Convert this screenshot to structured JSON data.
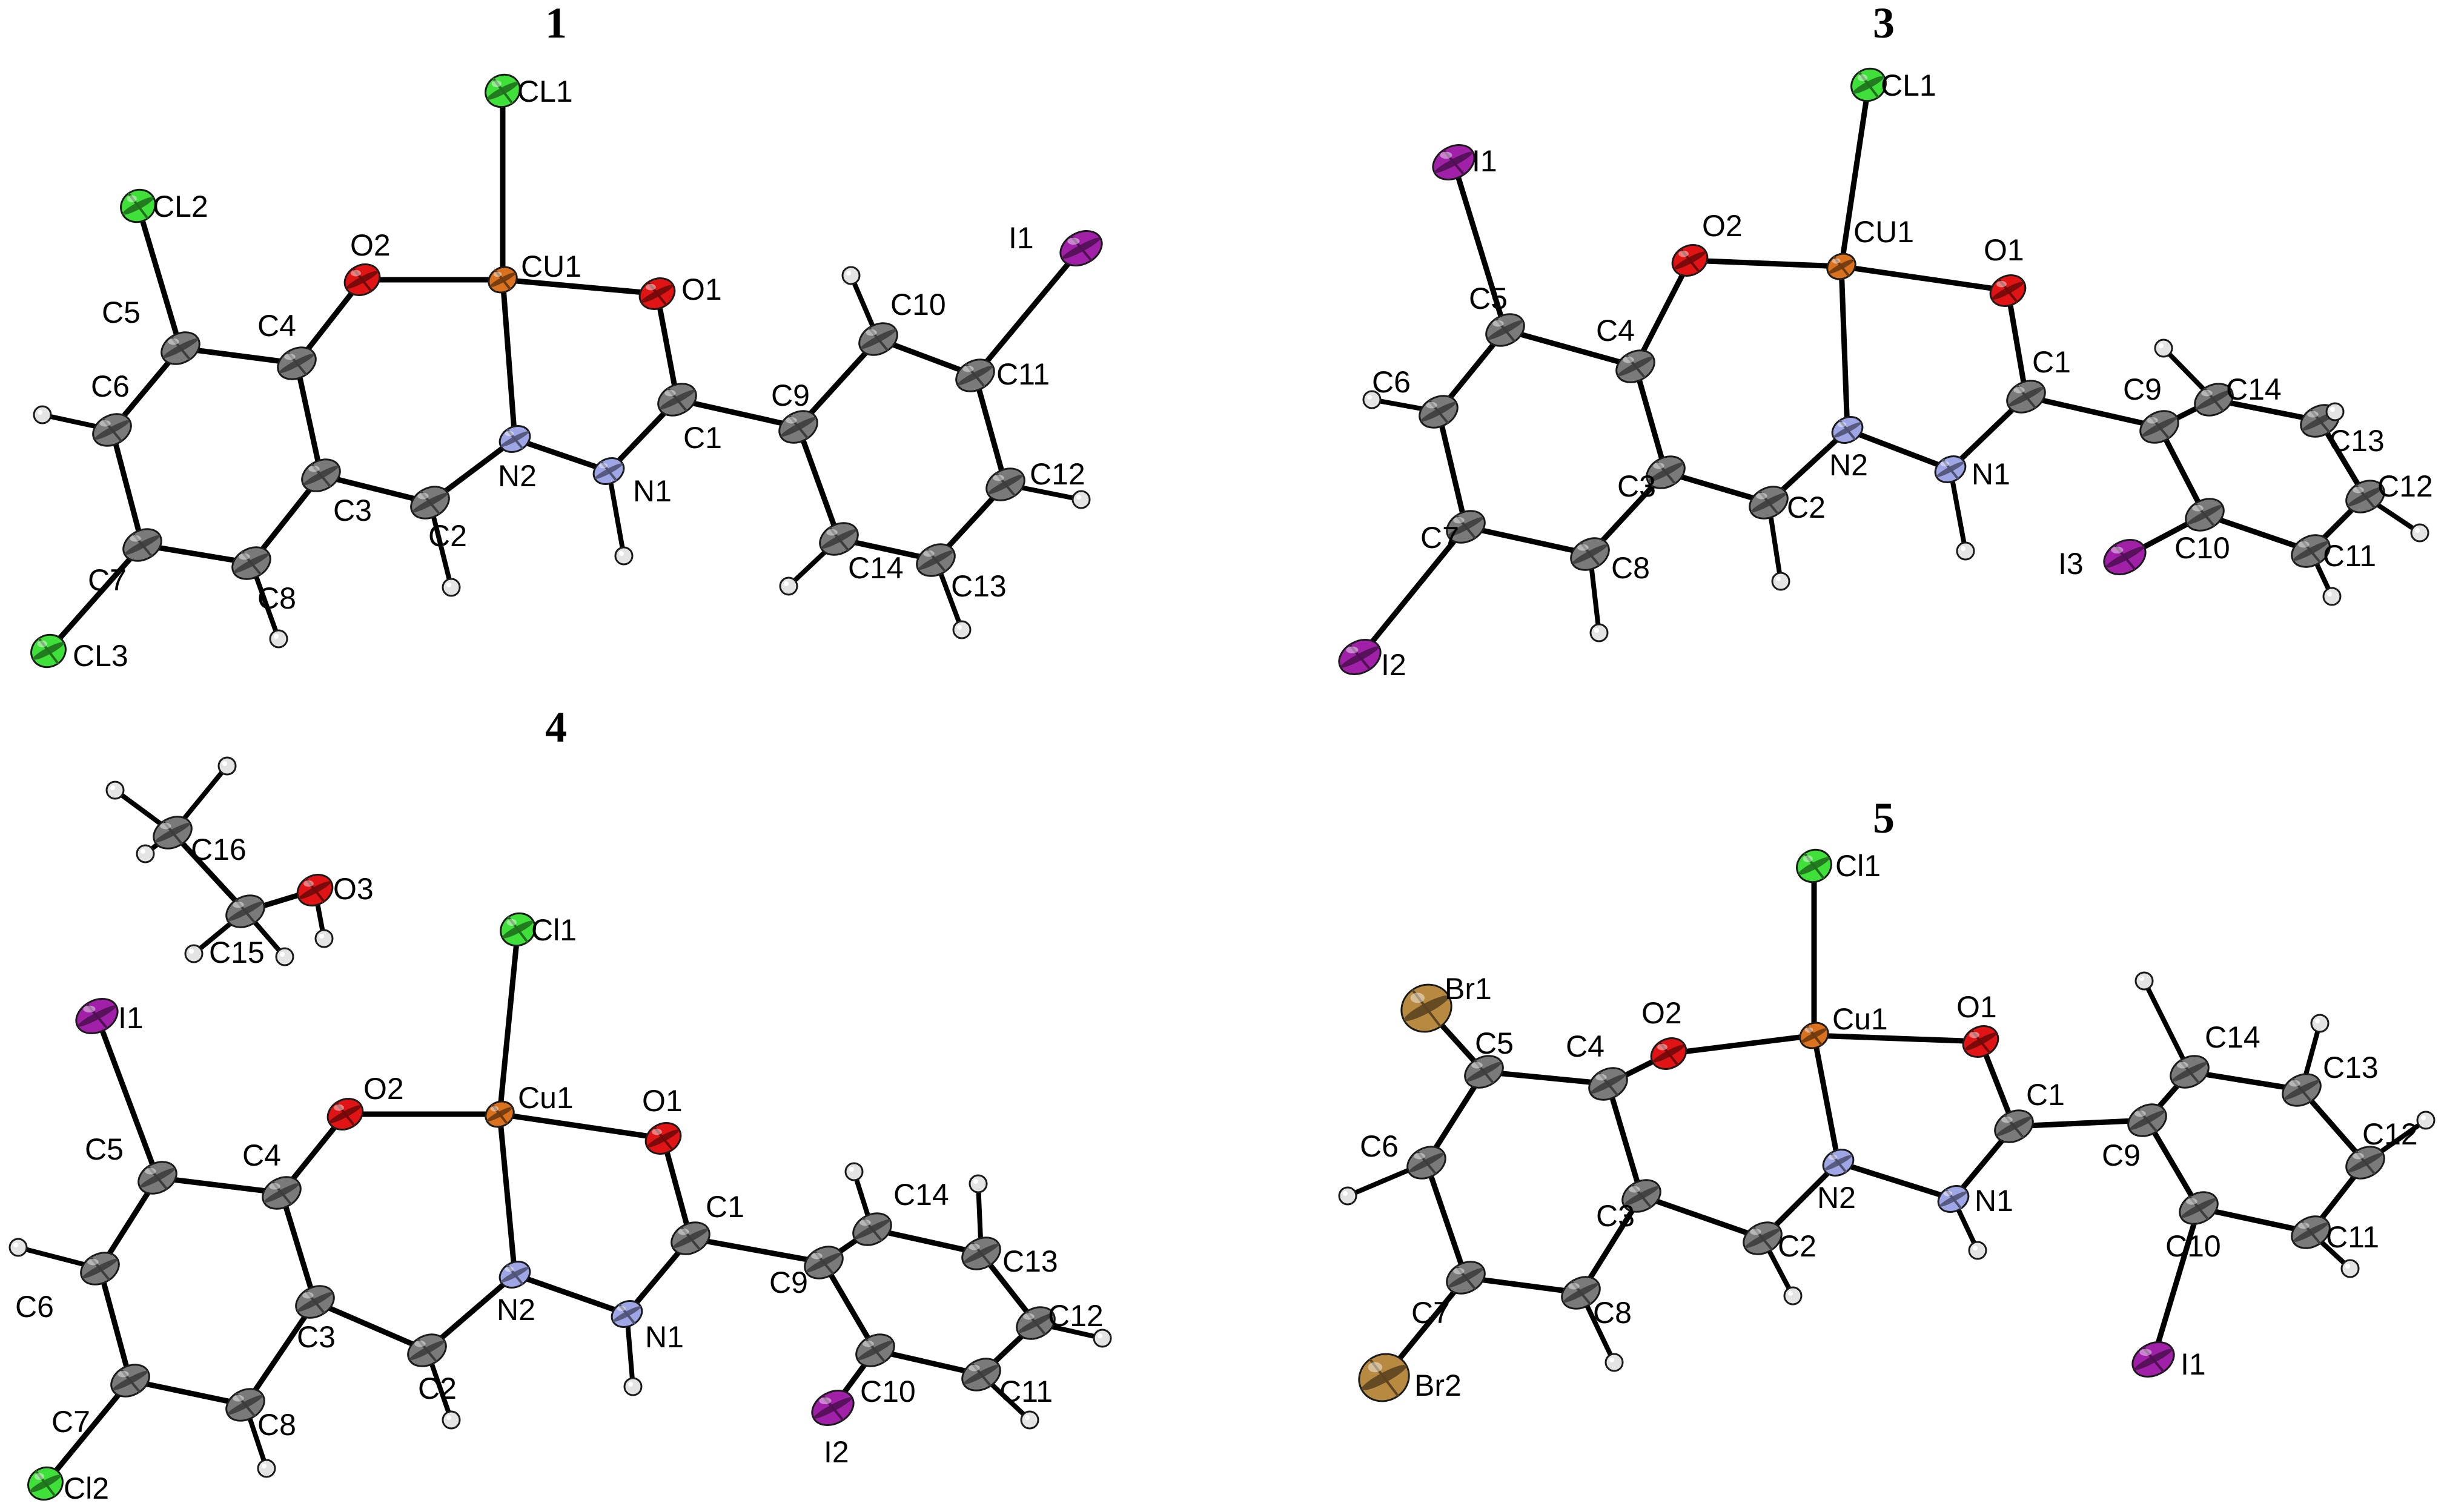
{
  "colors": {
    "Cu": "#d9711f",
    "Cl": "#3fe03a",
    "I": "#a020a8",
    "Br": "#b88940",
    "O": "#e01414",
    "N": "#9ea6e6",
    "C": "#7a7a7a",
    "H": "#e4e4e4"
  },
  "panels": [
    {
      "title": "1",
      "atoms": [
        {
          "id": "CL1",
          "el": "Cl",
          "label": "CL1"
        },
        {
          "id": "CL2",
          "el": "Cl",
          "label": "CL2"
        },
        {
          "id": "CL3",
          "el": "Cl",
          "label": "CL3"
        },
        {
          "id": "I1",
          "el": "I",
          "label": "I1"
        },
        {
          "id": "CU1",
          "el": "Cu",
          "label": "CU1"
        },
        {
          "id": "O1",
          "el": "O",
          "label": "O1"
        },
        {
          "id": "O2",
          "el": "O",
          "label": "O2"
        },
        {
          "id": "N1",
          "el": "N",
          "label": "N1"
        },
        {
          "id": "N2",
          "el": "N",
          "label": "N2"
        },
        {
          "id": "C1",
          "el": "C",
          "label": "C1"
        },
        {
          "id": "C2",
          "el": "C",
          "label": "C2"
        },
        {
          "id": "C3",
          "el": "C",
          "label": "C3"
        },
        {
          "id": "C4",
          "el": "C",
          "label": "C4"
        },
        {
          "id": "C5",
          "el": "C",
          "label": "C5"
        },
        {
          "id": "C6",
          "el": "C",
          "label": "C6"
        },
        {
          "id": "C7",
          "el": "C",
          "label": "C7"
        },
        {
          "id": "C8",
          "el": "C",
          "label": "C8"
        },
        {
          "id": "C9",
          "el": "C",
          "label": "C9"
        },
        {
          "id": "C10",
          "el": "C",
          "label": "C10"
        },
        {
          "id": "C11",
          "el": "C",
          "label": "C11"
        },
        {
          "id": "C12",
          "el": "C",
          "label": "C12"
        },
        {
          "id": "C13",
          "el": "C",
          "label": "C13"
        },
        {
          "id": "C14",
          "el": "C",
          "label": "C14"
        },
        {
          "id": "H6",
          "el": "H",
          "label": ""
        },
        {
          "id": "H8",
          "el": "H",
          "label": ""
        },
        {
          "id": "H2",
          "el": "H",
          "label": ""
        },
        {
          "id": "HN1",
          "el": "H",
          "label": ""
        },
        {
          "id": "H10",
          "el": "H",
          "label": ""
        },
        {
          "id": "H12",
          "el": "H",
          "label": ""
        },
        {
          "id": "H13",
          "el": "H",
          "label": ""
        },
        {
          "id": "H14",
          "el": "H",
          "label": ""
        }
      ],
      "bonds": [
        [
          "CU1",
          "CL1"
        ],
        [
          "CU1",
          "O1"
        ],
        [
          "CU1",
          "O2"
        ],
        [
          "CU1",
          "N2"
        ],
        [
          "O1",
          "C1"
        ],
        [
          "C1",
          "N1"
        ],
        [
          "N1",
          "N2"
        ],
        [
          "N2",
          "C2"
        ],
        [
          "C2",
          "C3"
        ],
        [
          "C3",
          "C4"
        ],
        [
          "C4",
          "O2"
        ],
        [
          "C4",
          "C5"
        ],
        [
          "C5",
          "CL2"
        ],
        [
          "C5",
          "C6"
        ],
        [
          "C6",
          "C7"
        ],
        [
          "C7",
          "CL3"
        ],
        [
          "C7",
          "C8"
        ],
        [
          "C8",
          "C3"
        ],
        [
          "C1",
          "C9"
        ],
        [
          "C9",
          "C10"
        ],
        [
          "C10",
          "C11"
        ],
        [
          "C11",
          "I1"
        ],
        [
          "C11",
          "C12"
        ],
        [
          "C12",
          "C13"
        ],
        [
          "C13",
          "C14"
        ],
        [
          "C14",
          "C9"
        ],
        [
          "C6",
          "H6"
        ],
        [
          "C8",
          "H8"
        ],
        [
          "C2",
          "H2"
        ],
        [
          "N1",
          "HN1"
        ],
        [
          "C10",
          "H10"
        ],
        [
          "C12",
          "H12"
        ],
        [
          "C13",
          "H13"
        ],
        [
          "C14",
          "H14"
        ]
      ]
    },
    {
      "title": "3",
      "atoms": [
        {
          "id": "CL1",
          "el": "Cl",
          "label": "CL1"
        },
        {
          "id": "I1",
          "el": "I",
          "label": "I1"
        },
        {
          "id": "I2",
          "el": "I",
          "label": "I2"
        },
        {
          "id": "I3",
          "el": "I",
          "label": "I3"
        },
        {
          "id": "CU1",
          "el": "Cu",
          "label": "CU1"
        },
        {
          "id": "O1",
          "el": "O",
          "label": "O1"
        },
        {
          "id": "O2",
          "el": "O",
          "label": "O2"
        },
        {
          "id": "N1",
          "el": "N",
          "label": "N1"
        },
        {
          "id": "N2",
          "el": "N",
          "label": "N2"
        },
        {
          "id": "C1",
          "el": "C",
          "label": "C1"
        },
        {
          "id": "C2",
          "el": "C",
          "label": "C2"
        },
        {
          "id": "C3",
          "el": "C",
          "label": "C3"
        },
        {
          "id": "C4",
          "el": "C",
          "label": "C4"
        },
        {
          "id": "C5",
          "el": "C",
          "label": "C5"
        },
        {
          "id": "C6",
          "el": "C",
          "label": "C6"
        },
        {
          "id": "C7",
          "el": "C",
          "label": "C7"
        },
        {
          "id": "C8",
          "el": "C",
          "label": "C8"
        },
        {
          "id": "C9",
          "el": "C",
          "label": "C9"
        },
        {
          "id": "C10",
          "el": "C",
          "label": "C10"
        },
        {
          "id": "C11",
          "el": "C",
          "label": "C11"
        },
        {
          "id": "C12",
          "el": "C",
          "label": "C12"
        },
        {
          "id": "C13",
          "el": "C",
          "label": "C13"
        },
        {
          "id": "C14",
          "el": "C",
          "label": "C14"
        },
        {
          "id": "H6",
          "el": "H",
          "label": ""
        },
        {
          "id": "H8",
          "el": "H",
          "label": ""
        },
        {
          "id": "H2",
          "el": "H",
          "label": ""
        },
        {
          "id": "HN1",
          "el": "H",
          "label": ""
        },
        {
          "id": "H14",
          "el": "H",
          "label": ""
        },
        {
          "id": "H13",
          "el": "H",
          "label": ""
        },
        {
          "id": "H12",
          "el": "H",
          "label": ""
        },
        {
          "id": "H11",
          "el": "H",
          "label": ""
        }
      ],
      "bonds": [
        [
          "CU1",
          "CL1"
        ],
        [
          "CU1",
          "O1"
        ],
        [
          "CU1",
          "O2"
        ],
        [
          "CU1",
          "N2"
        ],
        [
          "O1",
          "C1"
        ],
        [
          "C1",
          "N1"
        ],
        [
          "N1",
          "N2"
        ],
        [
          "N2",
          "C2"
        ],
        [
          "C2",
          "C3"
        ],
        [
          "C3",
          "C4"
        ],
        [
          "C4",
          "O2"
        ],
        [
          "C4",
          "C5"
        ],
        [
          "C5",
          "I1"
        ],
        [
          "C5",
          "C6"
        ],
        [
          "C6",
          "C7"
        ],
        [
          "C7",
          "I2"
        ],
        [
          "C7",
          "C8"
        ],
        [
          "C8",
          "C3"
        ],
        [
          "C1",
          "C9"
        ],
        [
          "C9",
          "C10"
        ],
        [
          "C10",
          "I3"
        ],
        [
          "C10",
          "C11"
        ],
        [
          "C11",
          "C12"
        ],
        [
          "C12",
          "C13"
        ],
        [
          "C13",
          "C14"
        ],
        [
          "C14",
          "C9"
        ],
        [
          "C6",
          "H6"
        ],
        [
          "C8",
          "H8"
        ],
        [
          "C2",
          "H2"
        ],
        [
          "N1",
          "HN1"
        ],
        [
          "C14",
          "H14"
        ],
        [
          "C13",
          "H13"
        ],
        [
          "C12",
          "H12"
        ],
        [
          "C11",
          "H11"
        ]
      ]
    },
    {
      "title": "4",
      "atoms": [
        {
          "id": "Cl1",
          "el": "Cl",
          "label": "Cl1"
        },
        {
          "id": "Cl2",
          "el": "Cl",
          "label": "Cl2"
        },
        {
          "id": "I1",
          "el": "I",
          "label": "I1"
        },
        {
          "id": "I2",
          "el": "I",
          "label": "I2"
        },
        {
          "id": "Cu1",
          "el": "Cu",
          "label": "Cu1"
        },
        {
          "id": "O1",
          "el": "O",
          "label": "O1"
        },
        {
          "id": "O2",
          "el": "O",
          "label": "O2"
        },
        {
          "id": "O3",
          "el": "O",
          "label": "O3"
        },
        {
          "id": "N1",
          "el": "N",
          "label": "N1"
        },
        {
          "id": "N2",
          "el": "N",
          "label": "N2"
        },
        {
          "id": "C1",
          "el": "C",
          "label": "C1"
        },
        {
          "id": "C2",
          "el": "C",
          "label": "C2"
        },
        {
          "id": "C3",
          "el": "C",
          "label": "C3"
        },
        {
          "id": "C4",
          "el": "C",
          "label": "C4"
        },
        {
          "id": "C5",
          "el": "C",
          "label": "C5"
        },
        {
          "id": "C6",
          "el": "C",
          "label": "C6"
        },
        {
          "id": "C7",
          "el": "C",
          "label": "C7"
        },
        {
          "id": "C8",
          "el": "C",
          "label": "C8"
        },
        {
          "id": "C9",
          "el": "C",
          "label": "C9"
        },
        {
          "id": "C10",
          "el": "C",
          "label": "C10"
        },
        {
          "id": "C11",
          "el": "C",
          "label": "C11"
        },
        {
          "id": "C12",
          "el": "C",
          "label": "C12"
        },
        {
          "id": "C13",
          "el": "C",
          "label": "C13"
        },
        {
          "id": "C14",
          "el": "C",
          "label": "C14"
        },
        {
          "id": "C15",
          "el": "C",
          "label": "C15"
        },
        {
          "id": "C16",
          "el": "C",
          "label": "C16"
        },
        {
          "id": "H6",
          "el": "H",
          "label": ""
        },
        {
          "id": "H8",
          "el": "H",
          "label": ""
        },
        {
          "id": "H2",
          "el": "H",
          "label": ""
        },
        {
          "id": "HN1",
          "el": "H",
          "label": ""
        },
        {
          "id": "H14",
          "el": "H",
          "label": ""
        },
        {
          "id": "H13",
          "el": "H",
          "label": ""
        },
        {
          "id": "H12",
          "el": "H",
          "label": ""
        },
        {
          "id": "H11",
          "el": "H",
          "label": ""
        },
        {
          "id": "H16a",
          "el": "H",
          "label": ""
        },
        {
          "id": "H16b",
          "el": "H",
          "label": ""
        },
        {
          "id": "H16c",
          "el": "H",
          "label": ""
        },
        {
          "id": "H15a",
          "el": "H",
          "label": ""
        },
        {
          "id": "H15b",
          "el": "H",
          "label": ""
        },
        {
          "id": "HO3",
          "el": "H",
          "label": ""
        }
      ],
      "bonds": [
        [
          "Cu1",
          "Cl1"
        ],
        [
          "Cu1",
          "O1"
        ],
        [
          "Cu1",
          "O2"
        ],
        [
          "Cu1",
          "N2"
        ],
        [
          "O1",
          "C1"
        ],
        [
          "C1",
          "N1"
        ],
        [
          "N1",
          "N2"
        ],
        [
          "N2",
          "C2"
        ],
        [
          "C2",
          "C3"
        ],
        [
          "C3",
          "C4"
        ],
        [
          "C4",
          "O2"
        ],
        [
          "C4",
          "C5"
        ],
        [
          "C5",
          "I1"
        ],
        [
          "C5",
          "C6"
        ],
        [
          "C6",
          "C7"
        ],
        [
          "C7",
          "Cl2"
        ],
        [
          "C7",
          "C8"
        ],
        [
          "C8",
          "C3"
        ],
        [
          "C1",
          "C9"
        ],
        [
          "C9",
          "C10"
        ],
        [
          "C10",
          "I2"
        ],
        [
          "C10",
          "C11"
        ],
        [
          "C11",
          "C12"
        ],
        [
          "C12",
          "C13"
        ],
        [
          "C13",
          "C14"
        ],
        [
          "C14",
          "C9"
        ],
        [
          "C6",
          "H6"
        ],
        [
          "C8",
          "H8"
        ],
        [
          "C2",
          "H2"
        ],
        [
          "N1",
          "HN1"
        ],
        [
          "C14",
          "H14"
        ],
        [
          "C13",
          "H13"
        ],
        [
          "C12",
          "H12"
        ],
        [
          "C11",
          "H11"
        ],
        [
          "C16",
          "C15"
        ],
        [
          "C15",
          "O3"
        ],
        [
          "C16",
          "H16a"
        ],
        [
          "C16",
          "H16b"
        ],
        [
          "C16",
          "H16c"
        ],
        [
          "C15",
          "H15a"
        ],
        [
          "C15",
          "H15b"
        ],
        [
          "O3",
          "HO3"
        ]
      ]
    },
    {
      "title": "5",
      "atoms": [
        {
          "id": "Cl1",
          "el": "Cl",
          "label": "Cl1"
        },
        {
          "id": "Br1",
          "el": "Br",
          "label": "Br1"
        },
        {
          "id": "Br2",
          "el": "Br",
          "label": "Br2"
        },
        {
          "id": "I1",
          "el": "I",
          "label": "I1"
        },
        {
          "id": "Cu1",
          "el": "Cu",
          "label": "Cu1"
        },
        {
          "id": "O1",
          "el": "O",
          "label": "O1"
        },
        {
          "id": "O2",
          "el": "O",
          "label": "O2"
        },
        {
          "id": "N1",
          "el": "N",
          "label": "N1"
        },
        {
          "id": "N2",
          "el": "N",
          "label": "N2"
        },
        {
          "id": "C1",
          "el": "C",
          "label": "C1"
        },
        {
          "id": "C2",
          "el": "C",
          "label": "C2"
        },
        {
          "id": "C3",
          "el": "C",
          "label": "C3"
        },
        {
          "id": "C4",
          "el": "C",
          "label": "C4"
        },
        {
          "id": "C5",
          "el": "C",
          "label": "C5"
        },
        {
          "id": "C6",
          "el": "C",
          "label": "C6"
        },
        {
          "id": "C7",
          "el": "C",
          "label": "C7"
        },
        {
          "id": "C8",
          "el": "C",
          "label": "C8"
        },
        {
          "id": "C9",
          "el": "C",
          "label": "C9"
        },
        {
          "id": "C10",
          "el": "C",
          "label": "C10"
        },
        {
          "id": "C11",
          "el": "C",
          "label": "C11"
        },
        {
          "id": "C12",
          "el": "C",
          "label": "C12"
        },
        {
          "id": "C13",
          "el": "C",
          "label": "C13"
        },
        {
          "id": "C14",
          "el": "C",
          "label": "C14"
        },
        {
          "id": "H6",
          "el": "H",
          "label": ""
        },
        {
          "id": "H8",
          "el": "H",
          "label": ""
        },
        {
          "id": "H2",
          "el": "H",
          "label": ""
        },
        {
          "id": "HN1",
          "el": "H",
          "label": ""
        },
        {
          "id": "H14",
          "el": "H",
          "label": ""
        },
        {
          "id": "H13",
          "el": "H",
          "label": ""
        },
        {
          "id": "H12",
          "el": "H",
          "label": ""
        },
        {
          "id": "H11",
          "el": "H",
          "label": ""
        }
      ],
      "bonds": [
        [
          "Cu1",
          "Cl1"
        ],
        [
          "Cu1",
          "O1"
        ],
        [
          "Cu1",
          "O2"
        ],
        [
          "Cu1",
          "N2"
        ],
        [
          "O1",
          "C1"
        ],
        [
          "C1",
          "N1"
        ],
        [
          "N1",
          "N2"
        ],
        [
          "N2",
          "C2"
        ],
        [
          "C2",
          "C3"
        ],
        [
          "C3",
          "C4"
        ],
        [
          "C4",
          "O2"
        ],
        [
          "C4",
          "C5"
        ],
        [
          "C5",
          "Br1"
        ],
        [
          "C5",
          "C6"
        ],
        [
          "C6",
          "C7"
        ],
        [
          "C7",
          "Br2"
        ],
        [
          "C7",
          "C8"
        ],
        [
          "C8",
          "C3"
        ],
        [
          "C1",
          "C9"
        ],
        [
          "C9",
          "C10"
        ],
        [
          "C10",
          "I1"
        ],
        [
          "C10",
          "C11"
        ],
        [
          "C11",
          "C12"
        ],
        [
          "C12",
          "C13"
        ],
        [
          "C13",
          "C14"
        ],
        [
          "C14",
          "C9"
        ],
        [
          "C6",
          "H6"
        ],
        [
          "C8",
          "H8"
        ],
        [
          "C2",
          "H2"
        ],
        [
          "N1",
          "HN1"
        ],
        [
          "C14",
          "H14"
        ],
        [
          "C13",
          "H13"
        ],
        [
          "C12",
          "H12"
        ],
        [
          "C11",
          "H11"
        ]
      ]
    }
  ]
}
